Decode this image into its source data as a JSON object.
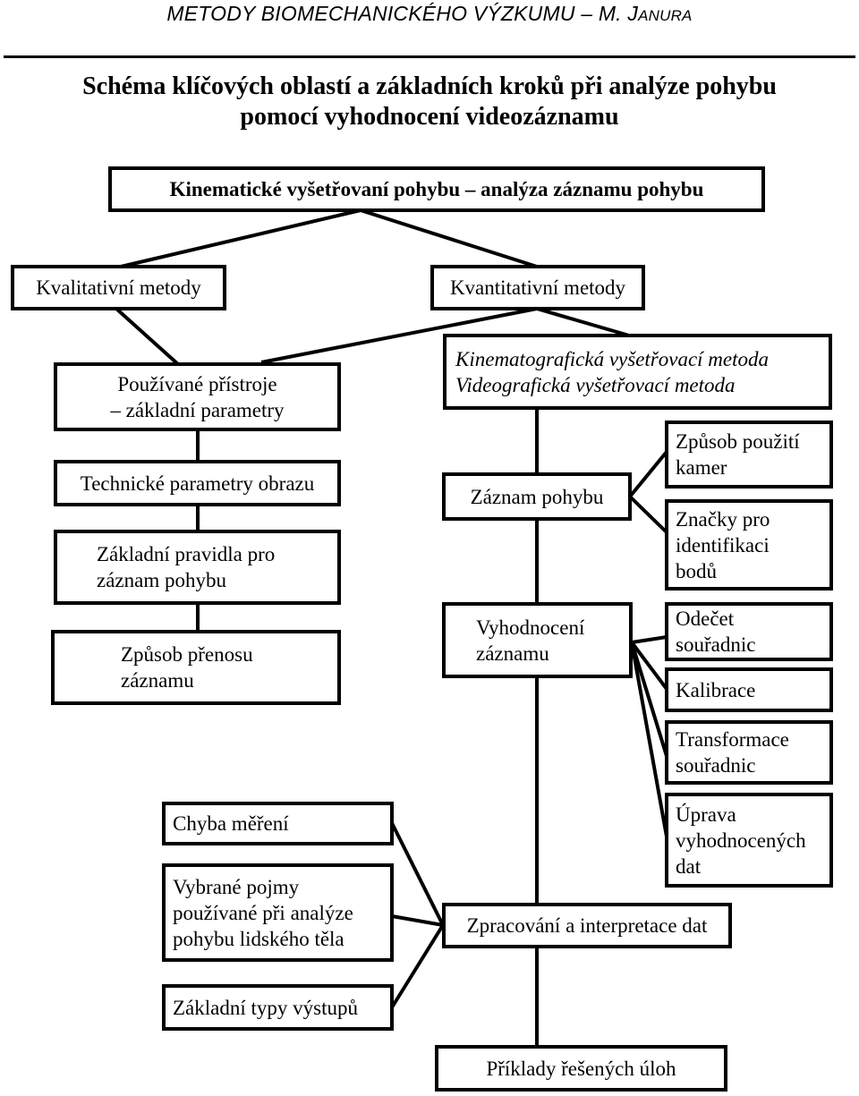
{
  "header": {
    "running_head_main": "METODY BIOMECHANICKÉHO VÝZKUMU – M. J",
    "running_head_small": "ANURA"
  },
  "title": {
    "line1": "Schéma klíčových oblastí a základních kroků při analýze pohybu",
    "line2": "pomocí vyhodnocení videozáznamu"
  },
  "diagram": {
    "root": "Kinematické vyšetřovaní pohybu – analýza záznamu pohybu",
    "qualitative": "Kvalitativní metody",
    "quantitative": "Kvantitativní metody",
    "left_column": {
      "instruments": [
        "Používané přístroje",
        "– základní parametry"
      ],
      "technical_params": "Technické parametry obrazu",
      "basic_rules": [
        "Základní pravidla pro",
        "záznam pohybu"
      ],
      "transfer": [
        "Způsob přenosu",
        "záznamu"
      ]
    },
    "methods": [
      "Kinematografická vyšetřovací metoda",
      "Videografická vyšetřovací metoda"
    ],
    "recording": "Záznam pohybu",
    "camera_use": [
      "Způsob použití",
      "kamer"
    ],
    "markers": [
      "Značky pro",
      "identifikaci",
      "bodů"
    ],
    "evaluation": [
      "Vyhodnocení",
      "záznamu"
    ],
    "coord_reading": [
      "Odečet",
      "souřadnic"
    ],
    "calibration": "Kalibrace",
    "transformation": [
      "Transformace",
      "souřadnic"
    ],
    "data_editing": [
      "Úprava",
      "vyhodnocených",
      "dat"
    ],
    "processing": "Zpracování a interpretace dat",
    "measurement_error": "Chyba měření",
    "selected_terms": [
      "Vybrané pojmy",
      "používané při analýze",
      "pohybu lidského těla"
    ],
    "output_types": "Základní typy výstupů",
    "examples": "Příklady řešených úloh"
  }
}
